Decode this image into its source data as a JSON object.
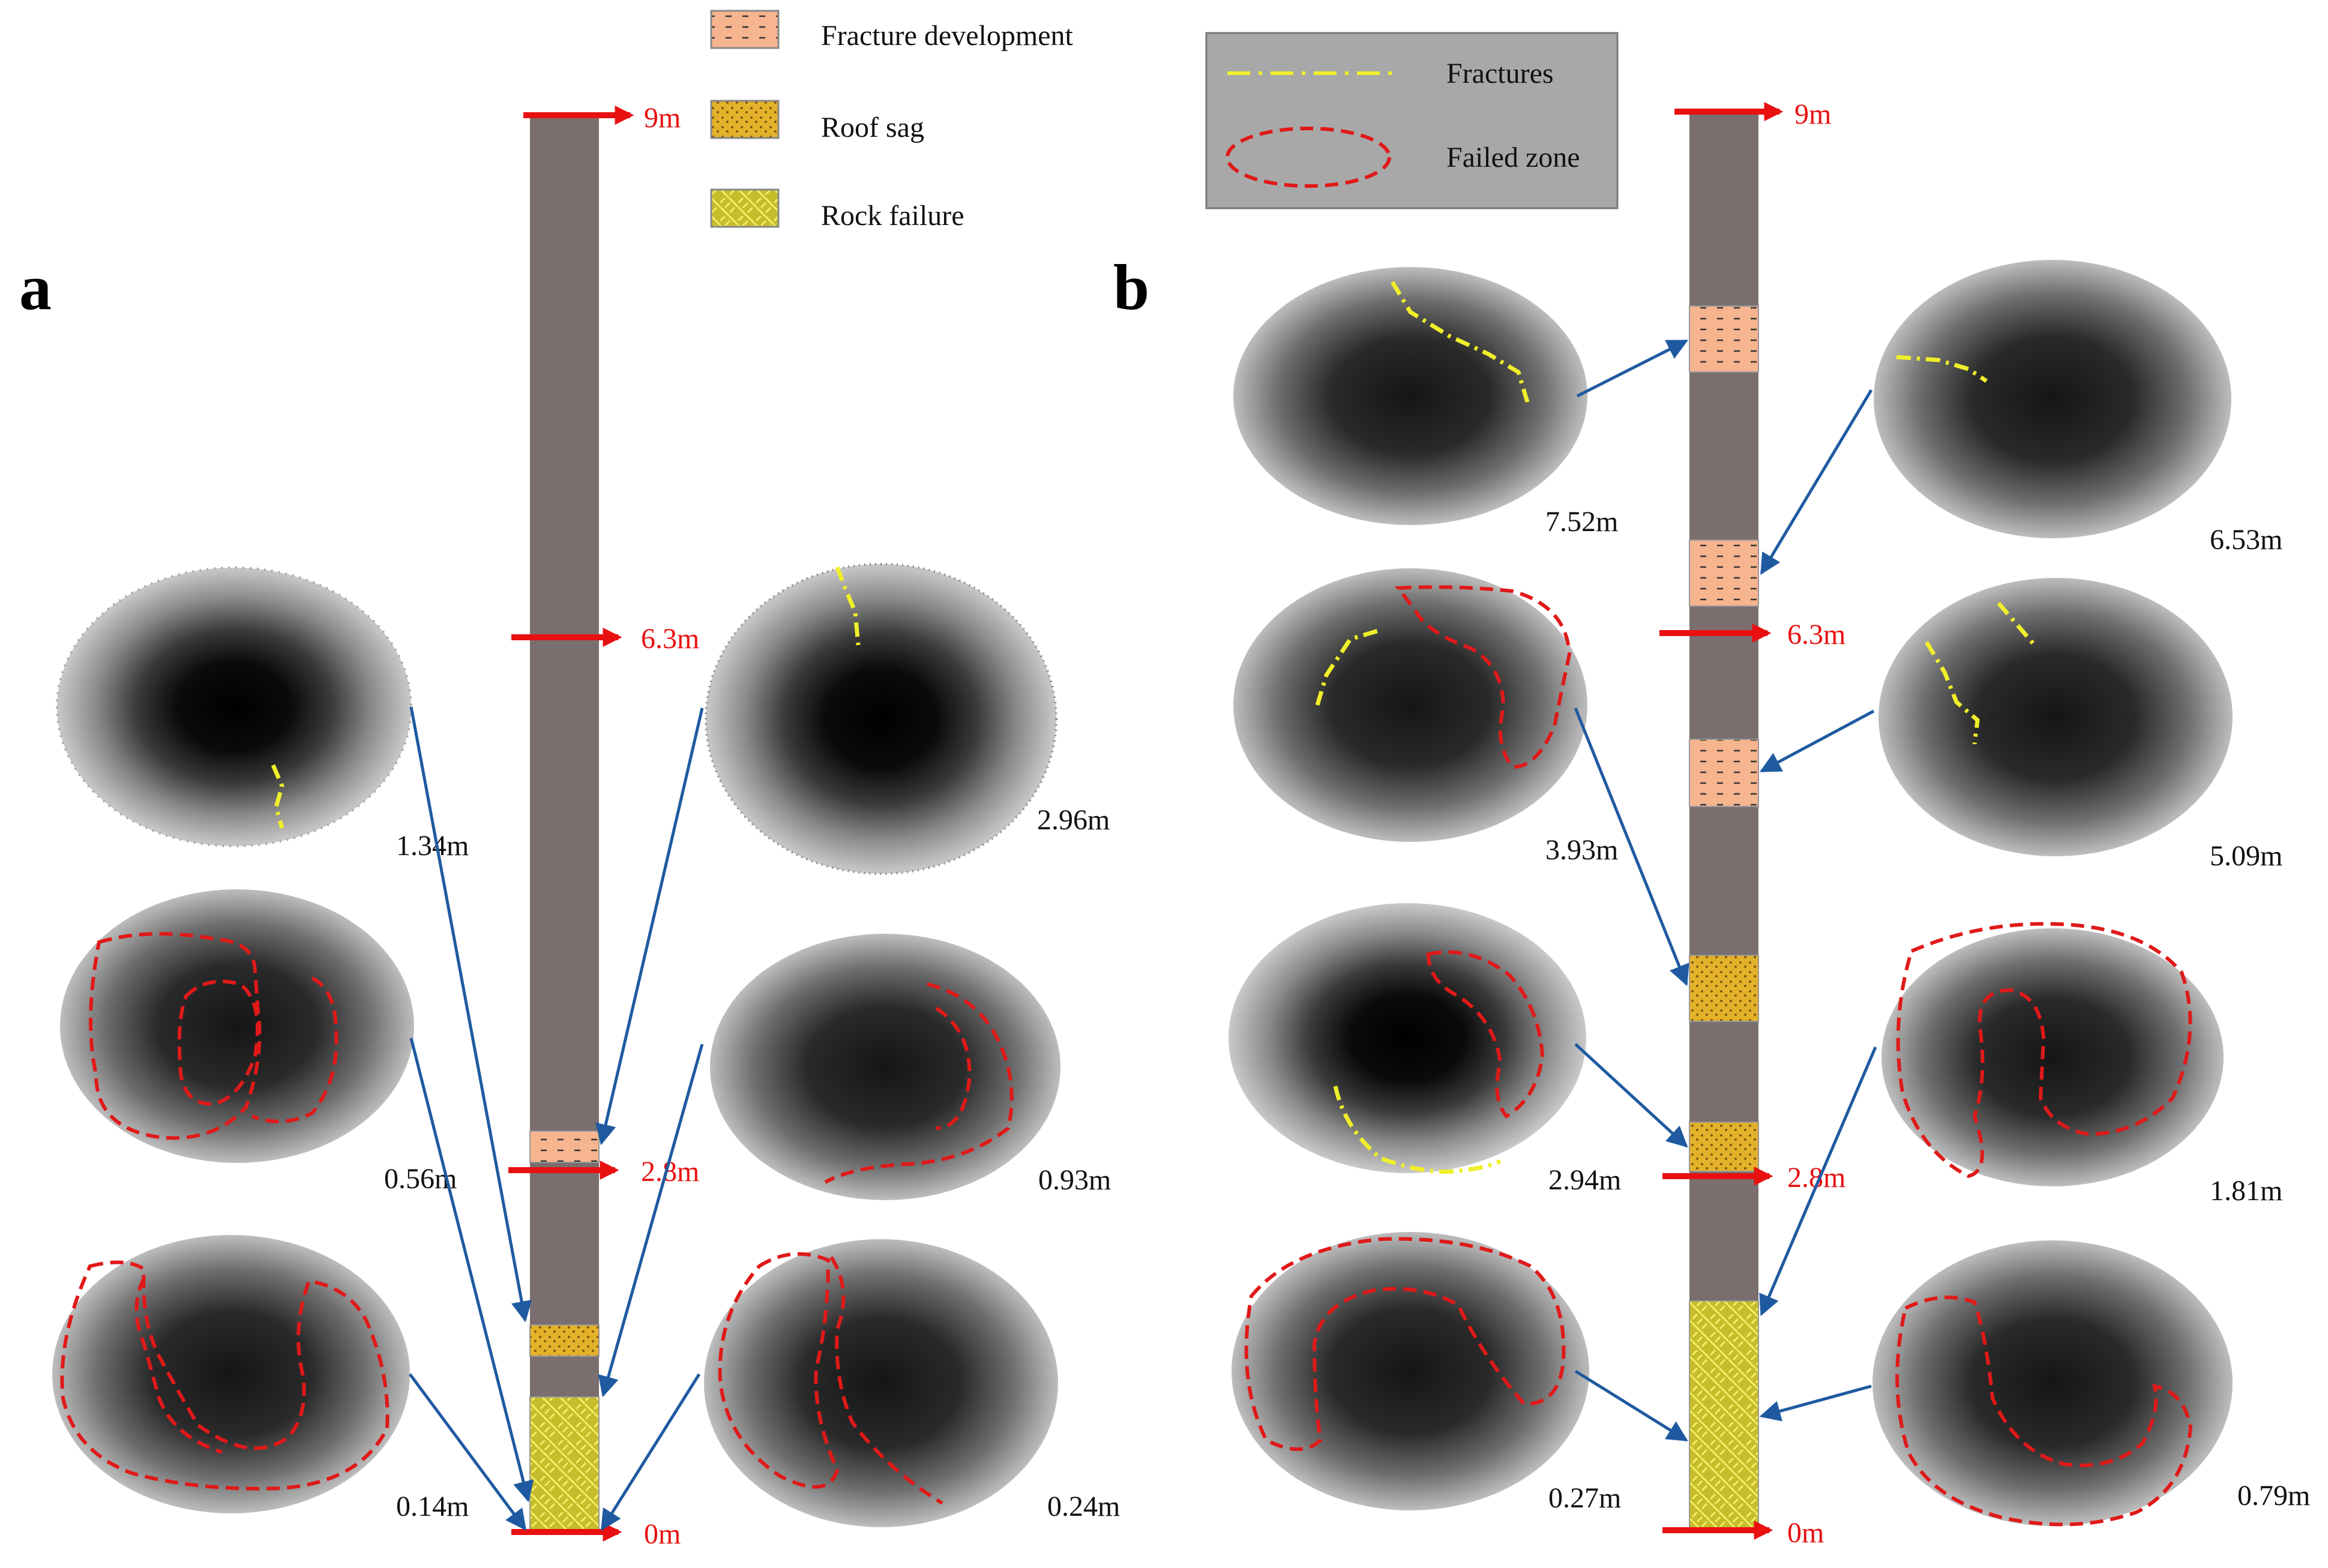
{
  "panels": {
    "a": {
      "label": "a",
      "depth_marks": [
        "9m",
        "6.3m",
        "2.8m",
        "0m"
      ],
      "images": [
        {
          "depth": "1.34m",
          "features": [
            "fracture"
          ]
        },
        {
          "depth": "2.96m",
          "features": [
            "fracture"
          ]
        },
        {
          "depth": "0.56m",
          "features": [
            "failed-zone"
          ]
        },
        {
          "depth": "0.93m",
          "features": [
            "failed-zone"
          ]
        },
        {
          "depth": "0.14m",
          "features": [
            "failed-zone"
          ]
        },
        {
          "depth": "0.24m",
          "features": [
            "failed-zone"
          ]
        }
      ],
      "zones": [
        "Fracture development",
        "Roof sag",
        "Rock failure"
      ]
    },
    "b": {
      "label": "b",
      "depth_marks": [
        "9m",
        "6.3m",
        "2.8m",
        "0m"
      ],
      "images": [
        {
          "depth": "7.52m",
          "features": [
            "fracture"
          ]
        },
        {
          "depth": "6.53m",
          "features": [
            "fracture"
          ]
        },
        {
          "depth": "3.93m",
          "features": [
            "fracture",
            "failed-zone"
          ]
        },
        {
          "depth": "5.09m",
          "features": [
            "fracture"
          ]
        },
        {
          "depth": "2.94m",
          "features": [
            "fracture",
            "failed-zone"
          ]
        },
        {
          "depth": "1.81m",
          "features": [
            "failed-zone"
          ]
        },
        {
          "depth": "0.27m",
          "features": [
            "failed-zone"
          ]
        },
        {
          "depth": "0.79m",
          "features": [
            "failed-zone"
          ]
        }
      ],
      "zones": [
        "Fracture development",
        "Fracture development",
        "Fracture development",
        "Roof sag",
        "Roof sag",
        "Rock failure"
      ]
    }
  },
  "legend_zones": {
    "fracture_development": "Fracture development",
    "roof_sag": "Roof sag",
    "rock_failure": "Rock failure"
  },
  "legend_lines": {
    "fractures": "Fractures",
    "failed_zone": "Failed zone"
  },
  "colors": {
    "column": "#7a6e6e",
    "fracture_zone": "#f6b48f",
    "roof_sag": "#e4b12a",
    "rock_failure": "#cdc22c",
    "depth_arrow": "#e81010",
    "connector": "#1f5aa0",
    "fracture_line": "#f0ef2a",
    "failed_line": "#e01919",
    "legend_box": "#a8a8a8"
  }
}
